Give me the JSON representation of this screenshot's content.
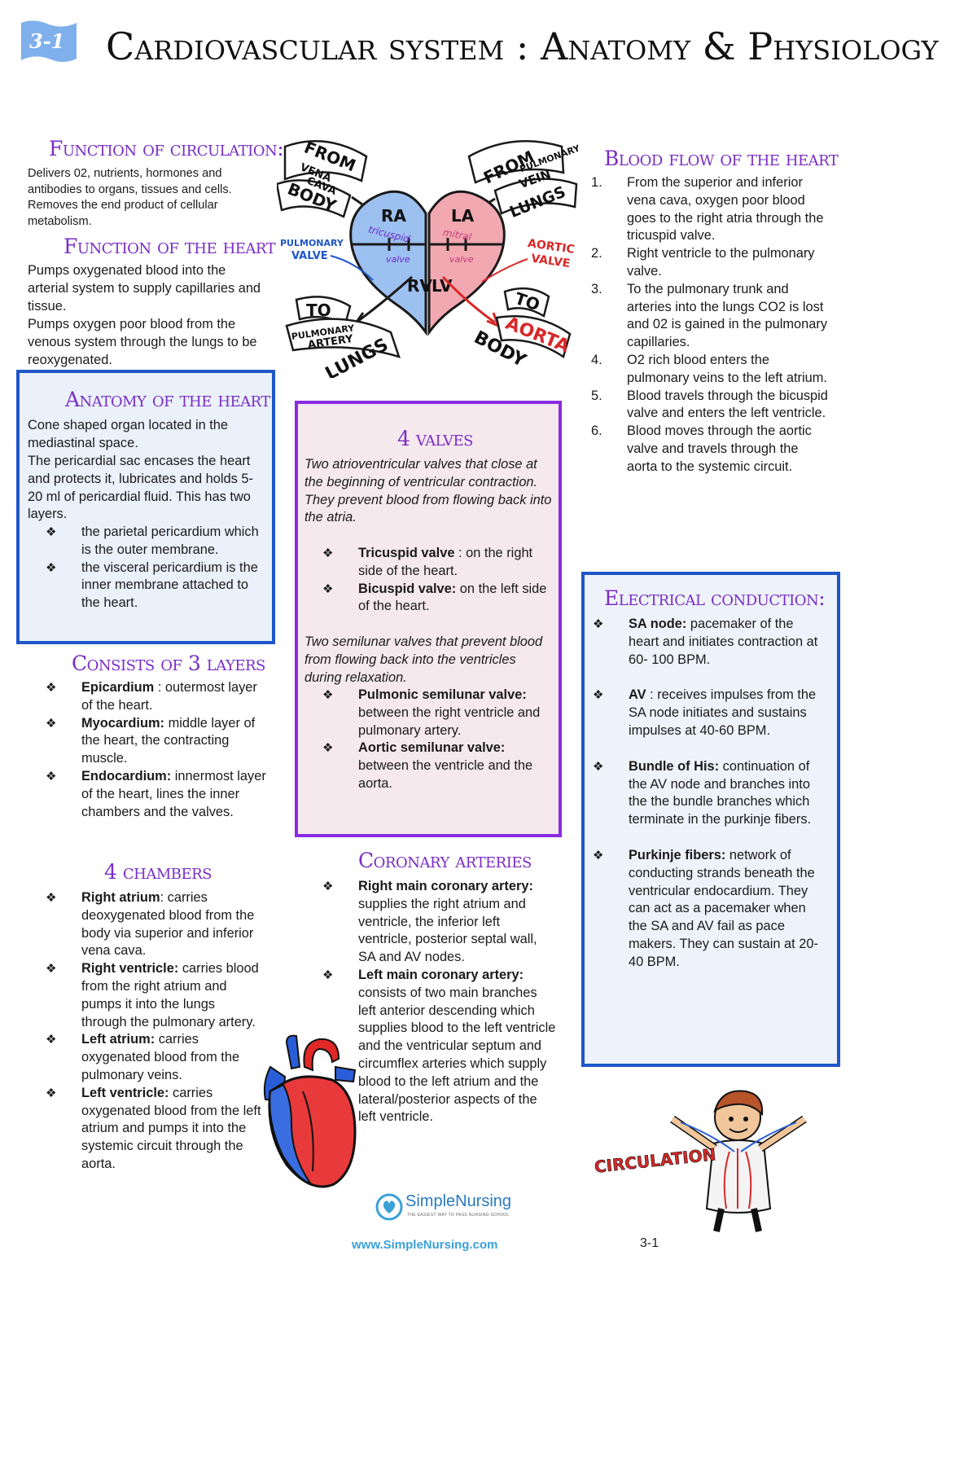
{
  "page": {
    "badge": "3-1",
    "title": "Cardiovascular system : Anatomy & Physiology",
    "footer_url": "www.SimpleNursing.com",
    "footer_page": "3-1",
    "logo_name": "SimpleNursing",
    "logo_tagline": "THE EASIEST WAY TO PASS NURSING SCHOOL",
    "circulation_label": "CIRCULATION"
  },
  "diagram": {
    "from_body": [
      "FROM",
      "VENA",
      "CAVA",
      "BODY"
    ],
    "from_lungs": [
      "FROM",
      "PULMONARY",
      "VEIN",
      "LUNGS"
    ],
    "to_lungs": [
      "TO",
      "PULMONARY",
      "ARTERY",
      "LUNGS"
    ],
    "to_body": [
      "TO",
      "AORTA",
      "BODY"
    ],
    "ra": "RA",
    "la": "LA",
    "rv": "RV",
    "lv": "LV",
    "tricuspid": "tricuspid",
    "mitral": "mitral",
    "valve": "valve",
    "pulmonary_valve": [
      "PULMONARY",
      "VALVE"
    ],
    "aortic_valve": [
      "AORTIC",
      "VALVE"
    ],
    "colors": {
      "right": "#9cc0f0",
      "left": "#f2a8b0",
      "outline": "#1a1a1a"
    }
  },
  "function_circulation": {
    "heading": "Function of circulation:",
    "text": "Delivers 02, nutrients, hormones and antibodies to organs, tissues and cells. Removes the end product of cellular metabolism."
  },
  "function_heart": {
    "heading": "Function of the heart",
    "p1": "Pumps oxygenated blood into the arterial system to supply capillaries and tissue.",
    "p2": "Pumps oxygen poor blood from the venous system through the lungs to be reoxygenated."
  },
  "anatomy": {
    "heading": "Anatomy of the heart",
    "text": "Cone shaped organ located in the mediastinal space.",
    "text2": "The pericardial sac encases the heart and protects it, lubricates and holds 5-20 ml of pericardial fluid. This has two layers.",
    "items": [
      "the parietal pericardium which is the outer membrane.",
      "the visceral pericardium is the inner membrane attached to the heart."
    ]
  },
  "layers": {
    "heading": "Consists of 3 layers",
    "items": [
      {
        "b": "Epicardium",
        "t": " : outermost layer of the heart."
      },
      {
        "b": "Myocardium:",
        "t": " middle layer of the heart, the contracting muscle."
      },
      {
        "b": "Endocardium:",
        "t": " innermost layer of the heart, lines the inner chambers and the valves."
      }
    ]
  },
  "chambers": {
    "heading": "4 chambers",
    "items": [
      {
        "b": "Right atrium",
        "t": ": carries deoxygenated blood from the body via superior and inferior vena cava."
      },
      {
        "b": "Right ventricle:",
        "t": " carries blood from the right atrium and pumps it into the lungs through the pulmonary artery."
      },
      {
        "b": "Left atrium:",
        "t": " carries oxygenated blood from the pulmonary veins."
      },
      {
        "b": "Left ventricle:",
        "t": " carries oxygenated blood from the left atrium and pumps it into the systemic circuit through the aorta."
      }
    ]
  },
  "valves": {
    "heading": "4 valves",
    "intro1": "Two atrioventricular valves that close at the beginning of ventricular contraction. They prevent blood from flowing back into the atria.",
    "av": [
      {
        "b": "Tricuspid valve",
        "t": " : on the right side of the heart."
      },
      {
        "b": "Bicuspid valve:",
        "t": " on the left side of the heart."
      }
    ],
    "intro2": "Two semilunar valves that prevent blood from flowing back into the ventricles during relaxation.",
    "sl": [
      {
        "b": "Pulmonic semilunar valve:",
        "t": " between the right ventricle and pulmonary artery."
      },
      {
        "b": "Aortic semilunar valve:",
        "t": " between the ventricle and the aorta."
      }
    ]
  },
  "coronary": {
    "heading": "Coronary arteries",
    "items": [
      {
        "b": "Right main coronary artery:",
        "t": " supplies the right atrium and ventricle, the inferior left ventricle, posterior septal wall, SA and AV nodes."
      },
      {
        "b": "Left main coronary artery:",
        "t": " consists of two main branches left anterior descending which supplies blood to the left ventricle and the ventricular septum and circumflex arteries which supply blood to the left atrium and the lateral/posterior aspects of the left ventricle."
      }
    ]
  },
  "blood_flow": {
    "heading": "Blood flow of the heart",
    "items": [
      "From the superior and inferior vena cava, oxygen poor blood goes to the right atria through the tricuspid valve.",
      "Right ventricle to the pulmonary valve.",
      "To the pulmonary trunk and arteries into the lungs CO2 is lost and 02 is gained in the pulmonary capillaries.",
      "O2 rich blood enters the pulmonary veins to the left atrium.",
      "Blood travels through the bicuspid valve and enters the left ventricle.",
      "Blood moves through the aortic valve and travels through the aorta to the systemic circuit."
    ]
  },
  "electrical": {
    "heading": "Electrical conduction:",
    "items": [
      {
        "b": "SA node:",
        "t": " pacemaker of the heart and initiates contraction at 60- 100 BPM."
      },
      {
        "b": "AV",
        "t": " : receives impulses from the SA node initiates and sustains impulses at 40-60 BPM."
      },
      {
        "b": "Bundle of His:",
        "t": " continuation of the AV node and branches into the the bundle branches which terminate in the purkinje fibers."
      },
      {
        "b": "Purkinje fibers:",
        "t": " network of conducting strands beneath the ventricular endocardium. They can act as a pacemaker when the SA and AV fail as pace makers. They can sustain at 20-40 BPM."
      }
    ]
  }
}
